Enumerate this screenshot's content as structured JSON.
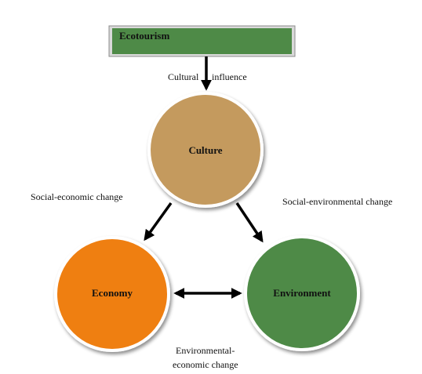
{
  "diagram": {
    "source": {
      "label": "Ecotourism"
    },
    "nodes": {
      "culture": {
        "label": "Culture"
      },
      "economy": {
        "label": "Economy"
      },
      "environment": {
        "label": "Environment"
      }
    },
    "edges": {
      "cultural_influence": {
        "label_part1": "Cultural",
        "label_part2": "influence"
      },
      "social_economic": {
        "label": "Social-economic change"
      },
      "social_environmental": {
        "label": "Social-environmental change"
      },
      "environmental_economic": {
        "label_line1": "Environmental-",
        "label_line2": "economic change"
      }
    },
    "colors": {
      "ecotourism_fill": "#4e8a47",
      "culture_fill": "#c49a5e",
      "economy_fill": "#ef7f11",
      "environment_fill": "#4e8a47",
      "arrow": "#000000"
    }
  }
}
